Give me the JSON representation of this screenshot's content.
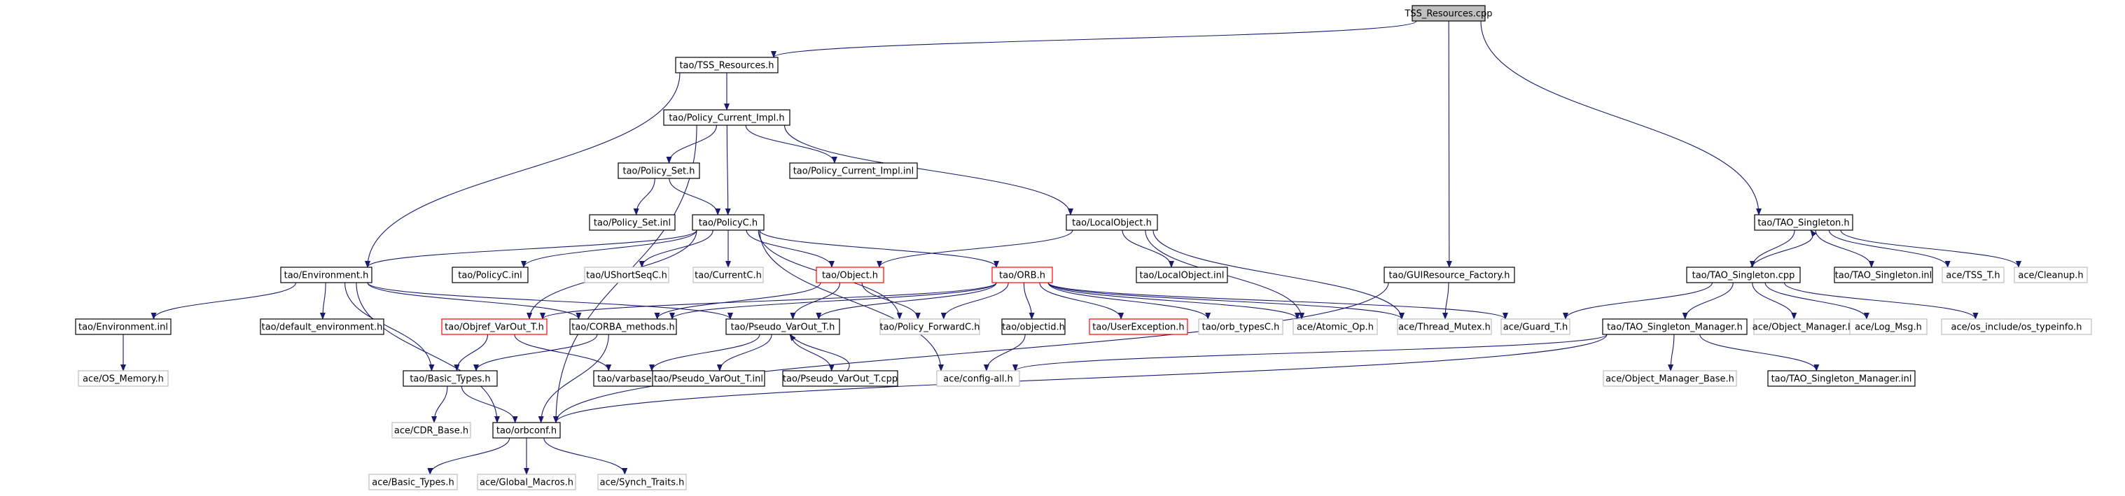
{
  "colors": {
    "edge": "#191970",
    "border_default": "#000000",
    "border_external": "#bfbfbf",
    "border_highlight": "#ff0000",
    "fill_root": "#bfbfbf",
    "fill_default": "#ffffff"
  },
  "nodes": [
    {
      "id": "root",
      "label": "TSS_Resources.cpp",
      "style": "root"
    },
    {
      "id": "tss_h",
      "label": "tao/TSS_Resources.h",
      "style": "normal"
    },
    {
      "id": "pcimpl",
      "label": "tao/Policy_Current_Impl.h",
      "style": "normal"
    },
    {
      "id": "pset",
      "label": "tao/Policy_Set.h",
      "style": "normal"
    },
    {
      "id": "pcimpl_inl",
      "label": "tao/Policy_Current_Impl.inl",
      "style": "normal"
    },
    {
      "id": "pset_inl",
      "label": "tao/Policy_Set.inl",
      "style": "normal"
    },
    {
      "id": "policyc",
      "label": "tao/PolicyC.h",
      "style": "normal"
    },
    {
      "id": "localobj",
      "label": "tao/LocalObject.h",
      "style": "normal"
    },
    {
      "id": "env",
      "label": "tao/Environment.h",
      "style": "normal"
    },
    {
      "id": "policyc_inl",
      "label": "tao/PolicyC.inl",
      "style": "normal"
    },
    {
      "id": "ushort",
      "label": "tao/UShortSeqC.h",
      "style": "external"
    },
    {
      "id": "currentc",
      "label": "tao/CurrentC.h",
      "style": "external"
    },
    {
      "id": "object",
      "label": "tao/Object.h",
      "style": "highlight"
    },
    {
      "id": "orb",
      "label": "tao/ORB.h",
      "style": "highlight"
    },
    {
      "id": "localobj_inl",
      "label": "tao/LocalObject.inl",
      "style": "normal"
    },
    {
      "id": "guires",
      "label": "tao/GUIResource_Factory.h",
      "style": "normal"
    },
    {
      "id": "singleton_h",
      "label": "tao/TAO_Singleton.h",
      "style": "normal"
    },
    {
      "id": "singleton_inl",
      "label": "tao/TAO_Singleton.inl",
      "style": "normal"
    },
    {
      "id": "tss_t",
      "label": "ace/TSS_T.h",
      "style": "external"
    },
    {
      "id": "cleanup",
      "label": "ace/Cleanup.h",
      "style": "external"
    },
    {
      "id": "singleton_cpp",
      "label": "tao/TAO_Singleton.cpp",
      "style": "normal"
    },
    {
      "id": "env_inl",
      "label": "tao/Environment.inl",
      "style": "normal"
    },
    {
      "id": "defenv",
      "label": "tao/default_environment.h",
      "style": "normal"
    },
    {
      "id": "objref",
      "label": "tao/Objref_VarOut_T.h",
      "style": "highlight"
    },
    {
      "id": "corba",
      "label": "tao/CORBA_methods.h",
      "style": "normal"
    },
    {
      "id": "pseudo_h",
      "label": "tao/Pseudo_VarOut_T.h",
      "style": "normal"
    },
    {
      "id": "pfwd",
      "label": "tao/Policy_ForwardC.h",
      "style": "external"
    },
    {
      "id": "objectid",
      "label": "tao/objectid.h",
      "style": "normal"
    },
    {
      "id": "userexc",
      "label": "tao/UserException.h",
      "style": "highlight"
    },
    {
      "id": "orbtypes",
      "label": "tao/orb_typesC.h",
      "style": "external"
    },
    {
      "id": "atomic",
      "label": "ace/Atomic_Op.h",
      "style": "external"
    },
    {
      "id": "thread",
      "label": "ace/Thread_Mutex.h",
      "style": "external"
    },
    {
      "id": "guard",
      "label": "ace/Guard_T.h",
      "style": "external"
    },
    {
      "id": "objmgr",
      "label": "ace/Object_Manager.h",
      "style": "external"
    },
    {
      "id": "logmsg",
      "label": "ace/Log_Msg.h",
      "style": "external"
    },
    {
      "id": "typeinfo",
      "label": "ace/os_include/os_typeinfo.h",
      "style": "external"
    },
    {
      "id": "singmgr",
      "label": "tao/TAO_Singleton_Manager.h",
      "style": "normal"
    },
    {
      "id": "osmem",
      "label": "ace/OS_Memory.h",
      "style": "external"
    },
    {
      "id": "basictypes",
      "label": "tao/Basic_Types.h",
      "style": "normal"
    },
    {
      "id": "varbase",
      "label": "tao/varbase.h",
      "style": "normal"
    },
    {
      "id": "pseudo_inl",
      "label": "tao/Pseudo_VarOut_T.inl",
      "style": "normal"
    },
    {
      "id": "pseudo_cpp",
      "label": "tao/Pseudo_VarOut_T.cpp",
      "style": "normal"
    },
    {
      "id": "configall",
      "label": "ace/config-all.h",
      "style": "external"
    },
    {
      "id": "objmgrbase",
      "label": "ace/Object_Manager_Base.h",
      "style": "external"
    },
    {
      "id": "singmgr_inl",
      "label": "tao/TAO_Singleton_Manager.inl",
      "style": "normal"
    },
    {
      "id": "cdr",
      "label": "ace/CDR_Base.h",
      "style": "external"
    },
    {
      "id": "orbconf",
      "label": "tao/orbconf.h",
      "style": "normal"
    },
    {
      "id": "acebasic",
      "label": "ace/Basic_Types.h",
      "style": "external"
    },
    {
      "id": "globalmac",
      "label": "ace/Global_Macros.h",
      "style": "external"
    },
    {
      "id": "synch",
      "label": "ace/Synch_Traits.h",
      "style": "external"
    }
  ],
  "edges": [
    [
      "root",
      "tss_h"
    ],
    [
      "root",
      "guires"
    ],
    [
      "root",
      "singleton_h"
    ],
    [
      "tss_h",
      "pcimpl"
    ],
    [
      "tss_h",
      "env"
    ],
    [
      "pcimpl",
      "pset"
    ],
    [
      "pcimpl",
      "pcimpl_inl"
    ],
    [
      "pcimpl",
      "policyc"
    ],
    [
      "pcimpl",
      "localobj"
    ],
    [
      "pcimpl",
      "orbconf"
    ],
    [
      "pset",
      "pset_inl"
    ],
    [
      "pset",
      "policyc"
    ],
    [
      "policyc",
      "env"
    ],
    [
      "policyc",
      "policyc_inl"
    ],
    [
      "policyc",
      "ushort"
    ],
    [
      "policyc",
      "currentc"
    ],
    [
      "policyc",
      "object"
    ],
    [
      "policyc",
      "orb"
    ],
    [
      "policyc",
      "objref"
    ],
    [
      "policyc",
      "pfwd"
    ],
    [
      "policyc",
      "configall"
    ],
    [
      "localobj",
      "object"
    ],
    [
      "localobj",
      "localobj_inl"
    ],
    [
      "localobj",
      "thread"
    ],
    [
      "localobj",
      "atomic"
    ],
    [
      "env",
      "env_inl"
    ],
    [
      "env",
      "defenv"
    ],
    [
      "env",
      "corba"
    ],
    [
      "env",
      "pseudo_h"
    ],
    [
      "env",
      "basictypes"
    ],
    [
      "env",
      "orbconf"
    ],
    [
      "env_inl",
      "osmem"
    ],
    [
      "object",
      "corba"
    ],
    [
      "object",
      "pseudo_h"
    ],
    [
      "object",
      "pfwd"
    ],
    [
      "orb",
      "corba"
    ],
    [
      "orb",
      "pseudo_h"
    ],
    [
      "orb",
      "pfwd"
    ],
    [
      "orb",
      "objectid"
    ],
    [
      "orb",
      "userexc"
    ],
    [
      "orb",
      "orbtypes"
    ],
    [
      "orb",
      "atomic"
    ],
    [
      "orb",
      "thread"
    ],
    [
      "orb",
      "guard"
    ],
    [
      "orb",
      "objref"
    ],
    [
      "objref",
      "basictypes"
    ],
    [
      "objref",
      "varbase"
    ],
    [
      "corba",
      "basictypes"
    ],
    [
      "corba",
      "orbconf"
    ],
    [
      "pseudo_h",
      "varbase"
    ],
    [
      "pseudo_h",
      "pseudo_inl"
    ],
    [
      "pseudo_h",
      "pseudo_cpp"
    ],
    [
      "pseudo_cpp",
      "pseudo_h"
    ],
    [
      "objectid",
      "configall"
    ],
    [
      "basictypes",
      "cdr"
    ],
    [
      "basictypes",
      "orbconf"
    ],
    [
      "orbconf",
      "acebasic"
    ],
    [
      "orbconf",
      "globalmac"
    ],
    [
      "orbconf",
      "synch"
    ],
    [
      "guires",
      "thread"
    ],
    [
      "guires",
      "orbconf"
    ],
    [
      "singleton_h",
      "singleton_cpp"
    ],
    [
      "singleton_h",
      "singleton_inl"
    ],
    [
      "singleton_h",
      "tss_t"
    ],
    [
      "singleton_h",
      "cleanup"
    ],
    [
      "singleton_cpp",
      "singleton_h"
    ],
    [
      "singleton_cpp",
      "guard"
    ],
    [
      "singleton_cpp",
      "objmgr"
    ],
    [
      "singleton_cpp",
      "logmsg"
    ],
    [
      "singleton_cpp",
      "typeinfo"
    ],
    [
      "singleton_cpp",
      "singmgr"
    ],
    [
      "singmgr",
      "objmgrbase"
    ],
    [
      "singmgr",
      "singmgr_inl"
    ],
    [
      "singmgr",
      "configall"
    ],
    [
      "singmgr",
      "orbconf"
    ]
  ]
}
